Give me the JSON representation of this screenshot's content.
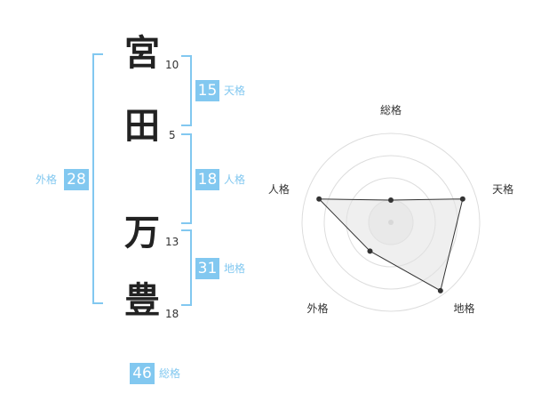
{
  "name": {
    "chars": [
      {
        "char": "宮",
        "strokes": "10"
      },
      {
        "char": "田",
        "strokes": "5"
      },
      {
        "char": "万",
        "strokes": "13"
      },
      {
        "char": "豊",
        "strokes": "18"
      }
    ]
  },
  "kaku": {
    "tenkaku": {
      "value": "15",
      "label": "天格"
    },
    "jinkaku": {
      "value": "18",
      "label": "人格"
    },
    "chikaku": {
      "value": "31",
      "label": "地格"
    },
    "gaikaku": {
      "value": "28",
      "label": "外格"
    },
    "soukaku": {
      "value": "46",
      "label": "総格"
    }
  },
  "colors": {
    "accent": "#82c8f0",
    "radar_fill": "#eeeeee",
    "radar_line": "#333333",
    "grid": "#dddddd"
  },
  "chart_data": {
    "type": "radar",
    "axes": [
      "総格",
      "天格",
      "地格",
      "外格",
      "人格"
    ],
    "values": [
      0.25,
      0.85,
      0.95,
      0.4,
      0.85
    ],
    "range": [
      0,
      1
    ],
    "rings": 4
  }
}
